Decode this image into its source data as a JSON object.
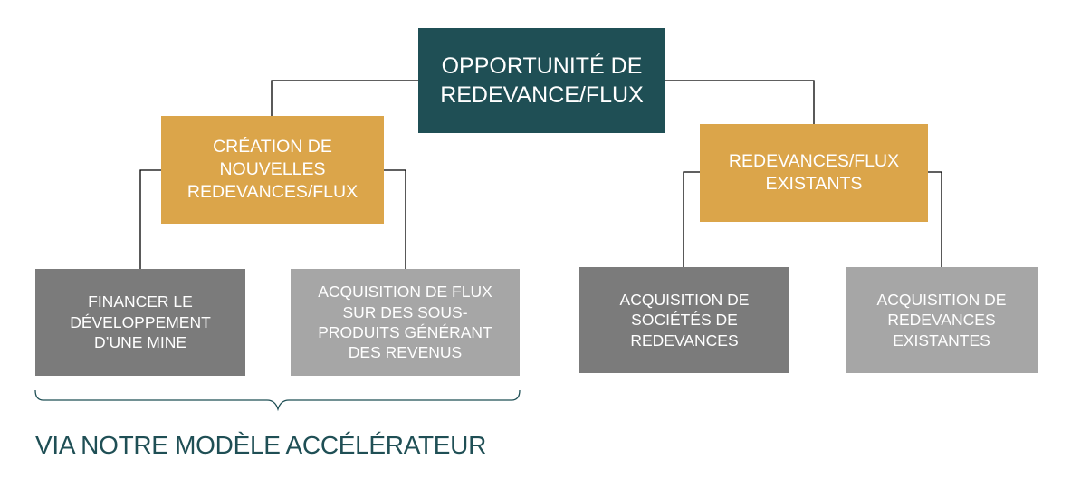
{
  "colors": {
    "root_bg": "#1f4f55",
    "mid_bg": "#dba54a",
    "leaf_dark_bg": "#7b7b7b",
    "leaf_light_bg": "#a6a6a6",
    "line": "#000000",
    "bracket": "#1f4f55",
    "footer_text": "#1f4f55",
    "box_text": "#ffffff"
  },
  "diagram": {
    "root": {
      "label": "OPPORTUNITÉ DE\nREDEVANCE/FLUX"
    },
    "left_branch": {
      "label": "CRÉATION DE\nNOUVELLES\nREDEVANCES/FLUX"
    },
    "right_branch": {
      "label": "REDEVANCES/FLUX\nEXISTANTS"
    },
    "leaves": [
      {
        "label": "FINANCER LE\nDÉVELOPPEMENT\nD’UNE MINE"
      },
      {
        "label": "ACQUISITION DE FLUX\nSUR DES SOUS-\nPRODUITS GÉNÉRANT\nDES REVENUS"
      },
      {
        "label": "ACQUISITION DE\nSOCIÉTÉS DE\nREDEVANCES"
      },
      {
        "label": "ACQUISITION DE\nREDEVANCES\nEXISTANTES"
      }
    ],
    "footer": "VIA NOTRE MODÈLE ACCÉLÉRATEUR"
  }
}
